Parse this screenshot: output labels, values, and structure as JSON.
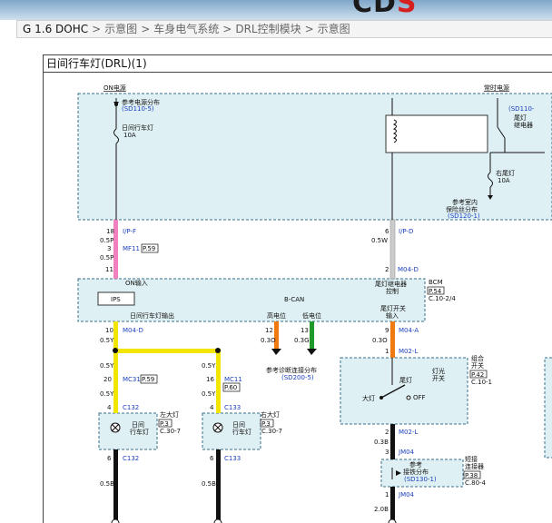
{
  "header": {
    "logo_main": "CD",
    "logo_accent": "S"
  },
  "breadcrumb": {
    "items": [
      "G 1.6 DOHC",
      "示意图",
      "车身电气系统",
      "DRL控制模块",
      "示意图"
    ],
    "separator": ">"
  },
  "sheet": {
    "title": "日间行车灯(DRL)(1)"
  },
  "power": {
    "on_label": "ON电源",
    "always_label": "常时电源"
  },
  "fuse_left": {
    "ref": "参考电源分布",
    "ref_code": "(SD110-5)",
    "name": "日间行车灯",
    "rating": "10A"
  },
  "relay": {
    "name": "尾灯",
    "name2": "继电器",
    "ref_code": "(SD110-"
  },
  "fuse_right": {
    "name": "右尾灯",
    "rating": "10A",
    "ref1": "参考室内",
    "ref2": "保险丝分布",
    "ref_code": "(SD120-1)"
  },
  "conn_left_ipf": {
    "pin": "18",
    "name": "I/P-F",
    "gauge": "0.5P"
  },
  "conn_mf11": {
    "pin": "3",
    "name": "MF11",
    "page": "P.59",
    "gauge": "0.5P"
  },
  "pin_11": "11",
  "conn_ipd": {
    "pin": "6",
    "name": "I/P-D",
    "gauge": "0.5W"
  },
  "conn_m04d_top": {
    "pin": "2",
    "name": "M04-D"
  },
  "bcm": {
    "on_input": "ON输入",
    "ips": "IPS",
    "relay_ctrl1": "尾灯继电器",
    "relay_ctrl2": "控制",
    "bcan": "B-CAN",
    "high": "高电位",
    "low": "低电位",
    "drl_out": "日间行车灯输出",
    "tail_sw1": "尾灯开关",
    "tail_sw2": "输入",
    "name": "BCM",
    "page": "P.54",
    "page_code": "C.10-2/4"
  },
  "out_left": {
    "pin": "10",
    "name": "M04-D",
    "gauge": "0.5Y"
  },
  "can_high": {
    "pin": "12",
    "gauge": "0.3O"
  },
  "can_low": {
    "pin": "13",
    "gauge": "0.3G"
  },
  "can_ref": {
    "text": "参考诊断连接分布",
    "code": "(SD200-5)"
  },
  "tail_sw_in": {
    "pin": "9",
    "name": "M04-A",
    "gauge": "0.3O"
  },
  "pin_1_m02l": {
    "pin": "1",
    "name": "M02-L"
  },
  "lamp_left": {
    "gauge_top": "0.5Y",
    "pin_mc31": "20",
    "name_mc31": "MC31",
    "page_mc31": "P.59",
    "gauge_mid": "0.5Y",
    "pin_c": "4",
    "conn": "C132",
    "label1": "左大灯",
    "label2": "日间",
    "label3": "行车灯",
    "page": "P.3",
    "code": "C.30-7",
    "pin_bottom": "6",
    "conn_bottom": "C132",
    "gauge_bottom": "0.5B"
  },
  "lamp_right": {
    "gauge_top": "0.5Y",
    "pin_mc11": "16",
    "name_mc11": "MC11",
    "page_mc11": "P.60",
    "gauge_mid": "0.5Y",
    "pin_c": "4",
    "conn": "C133",
    "label1": "右大灯",
    "label2": "日间",
    "label3": "行车灯",
    "page": "P.3",
    "code": "C.30-7",
    "pin_bottom": "6",
    "conn_bottom": "C133",
    "gauge_bottom": "0.5B"
  },
  "combo_switch": {
    "name1": "组合",
    "name2": "开关",
    "page": "P.42",
    "code": "C.10-1",
    "tail": "尾灯",
    "headlamp": "大灯",
    "off": "OFF",
    "light_sw1": "灯光",
    "light_sw2": "开关",
    "pin_bottom": "2",
    "conn_bottom": "M02-L",
    "gauge": "0.3B"
  },
  "jm04_top": {
    "pin": "3",
    "name": "JM04"
  },
  "joint_conn": {
    "name1": "短接",
    "name2": "连接器",
    "page": "P.38",
    "code": "C.80-4",
    "ref1": "参考",
    "ref2": "接铁分布",
    "ref_code": "(SD130-1)"
  },
  "jm04_bottom": {
    "pin": "1",
    "name": "JM04",
    "gauge": "2.0B"
  },
  "colors": {
    "pink": "#f080c0",
    "yellow": "#f2e600",
    "orange": "#f07a10",
    "green": "#1f9a2a",
    "black": "#111111",
    "white_wire": "#cccccc",
    "box_fill": "#dff0f4",
    "box_stroke": "#3a6f8a",
    "ref_blue": "#1a3fbf"
  }
}
